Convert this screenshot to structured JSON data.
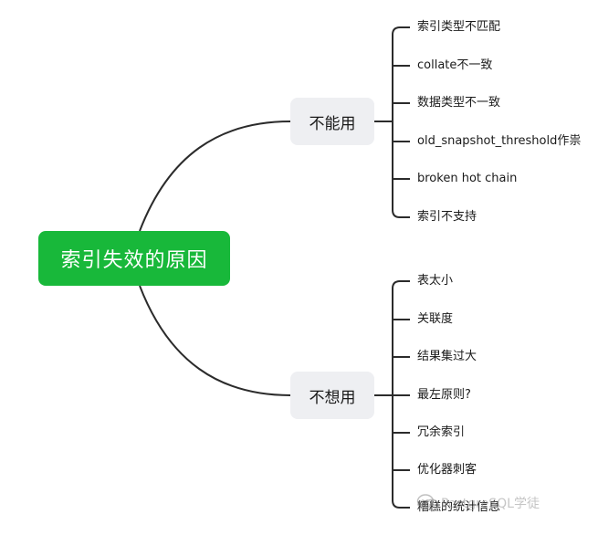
{
  "root": {
    "label": "索引失效的原因"
  },
  "branches": [
    {
      "label": "不能用",
      "items": [
        "索引类型不匹配",
        "collate不一致",
        "数据类型不一致",
        "old_snapshot_threshold作祟",
        "broken hot chain",
        "索引不支持"
      ]
    },
    {
      "label": "不想用",
      "items": [
        "表太小",
        "关联度",
        "结果集过大",
        "最左原则?",
        "冗余索引",
        "优化器刺客",
        "糟糕的统计信息"
      ]
    }
  ],
  "watermark": {
    "text": "PostgreSQL学徒",
    "icon": "wechat-icon"
  },
  "colors": {
    "root": "#18b83a",
    "branch_bg": "#eeeff2",
    "line": "#2b2b2b"
  }
}
